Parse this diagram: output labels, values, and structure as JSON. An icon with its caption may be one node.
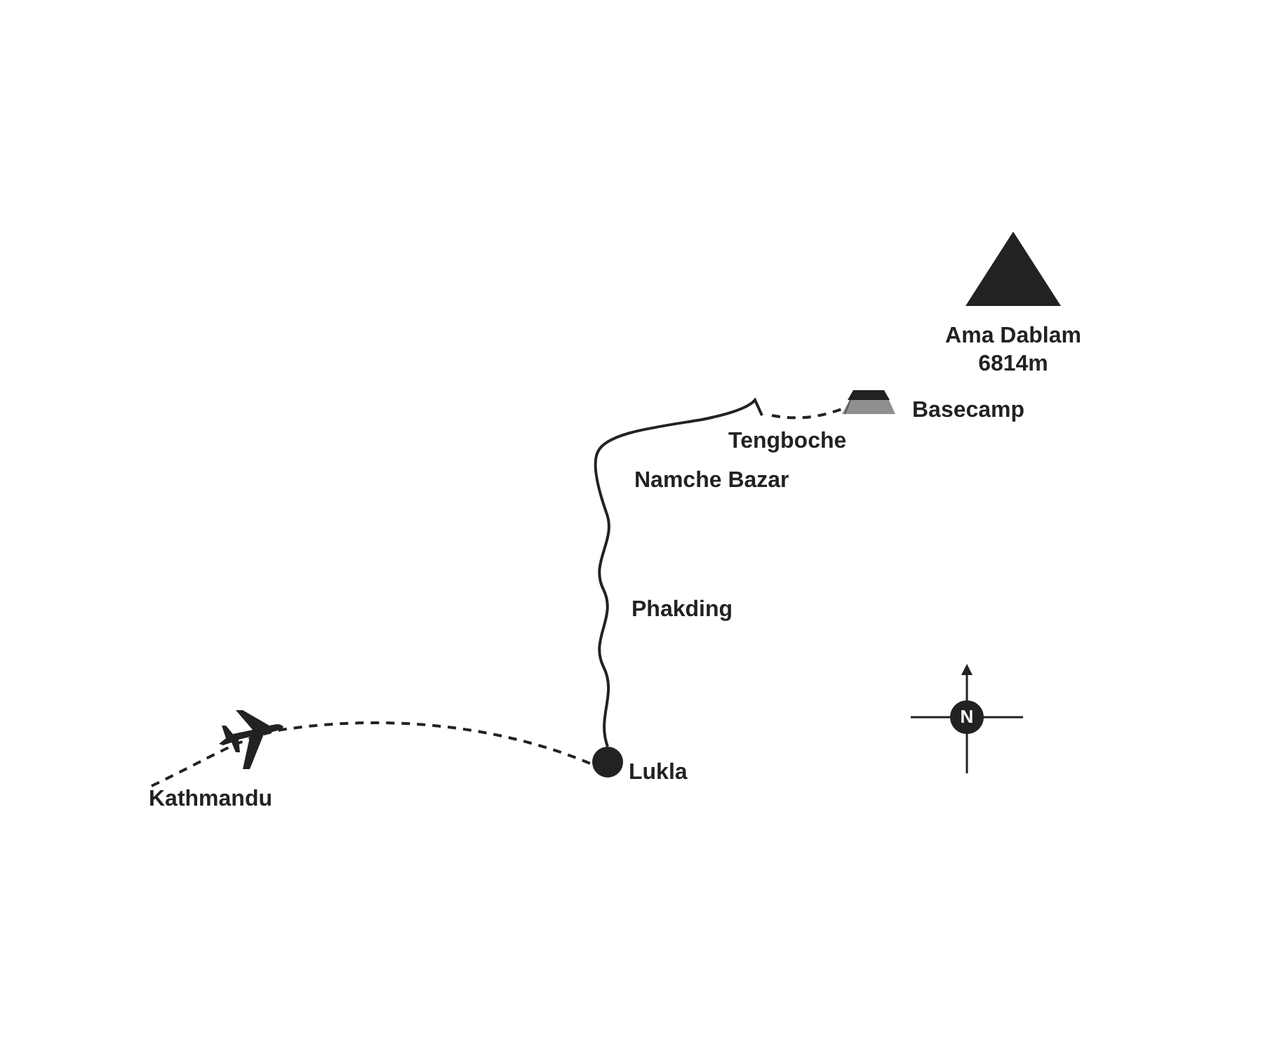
{
  "diagram": {
    "nodes": [
      {
        "text": [
          "Kathmandu"
        ]
      },
      {
        "text": [],
        "shape": "circle",
        "beside": [
          "Lukla"
        ]
      },
      {
        "text": [
          "Tengboche"
        ]
      },
      {
        "text": [],
        "shape": "picture",
        "beside": [
          "Basecamp"
        ]
      },
      {
        "text": [
          "Ama Dablam 6814m"
        ]
      }
    ],
    "edges": [
      {
        "from": 0,
        "to": 1,
        "arrow": "none",
        "style": "dashed"
      },
      {
        "from": 1,
        "to": 2,
        "arrow": "none"
      },
      {
        "from": 2,
        "to": 3,
        "arrow": "none",
        "style": "dashed"
      }
    ],
    "labels": [
      "Namche Bazar",
      "Phakding",
      "N"
    ]
  }
}
